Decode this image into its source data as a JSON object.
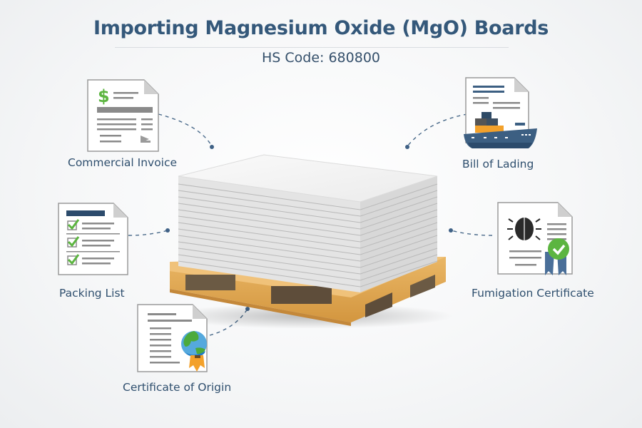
{
  "header": {
    "title": "Importing Magnesium Oxide (MgO) Boards",
    "subtitle": "HS Code: 680800"
  },
  "center": {
    "product": "mgo-board-stack-on-pallet"
  },
  "documents": [
    {
      "label": "Commercial Invoice",
      "icon": "invoice-dollar-icon"
    },
    {
      "label": "Bill of Lading",
      "icon": "cargo-ship-icon"
    },
    {
      "label": "Packing List",
      "icon": "checklist-icon"
    },
    {
      "label": "Fumigation Certificate",
      "icon": "bug-certificate-icon"
    },
    {
      "label": "Certificate of Origin",
      "icon": "globe-certificate-icon"
    }
  ],
  "colors": {
    "title": "#34587a",
    "text": "#2f4f6e",
    "green": "#5cb540",
    "navy": "#2c4b6c",
    "orange": "#f3a12b",
    "pallet": "#e3a94f",
    "connector": "#4a6a8a"
  }
}
